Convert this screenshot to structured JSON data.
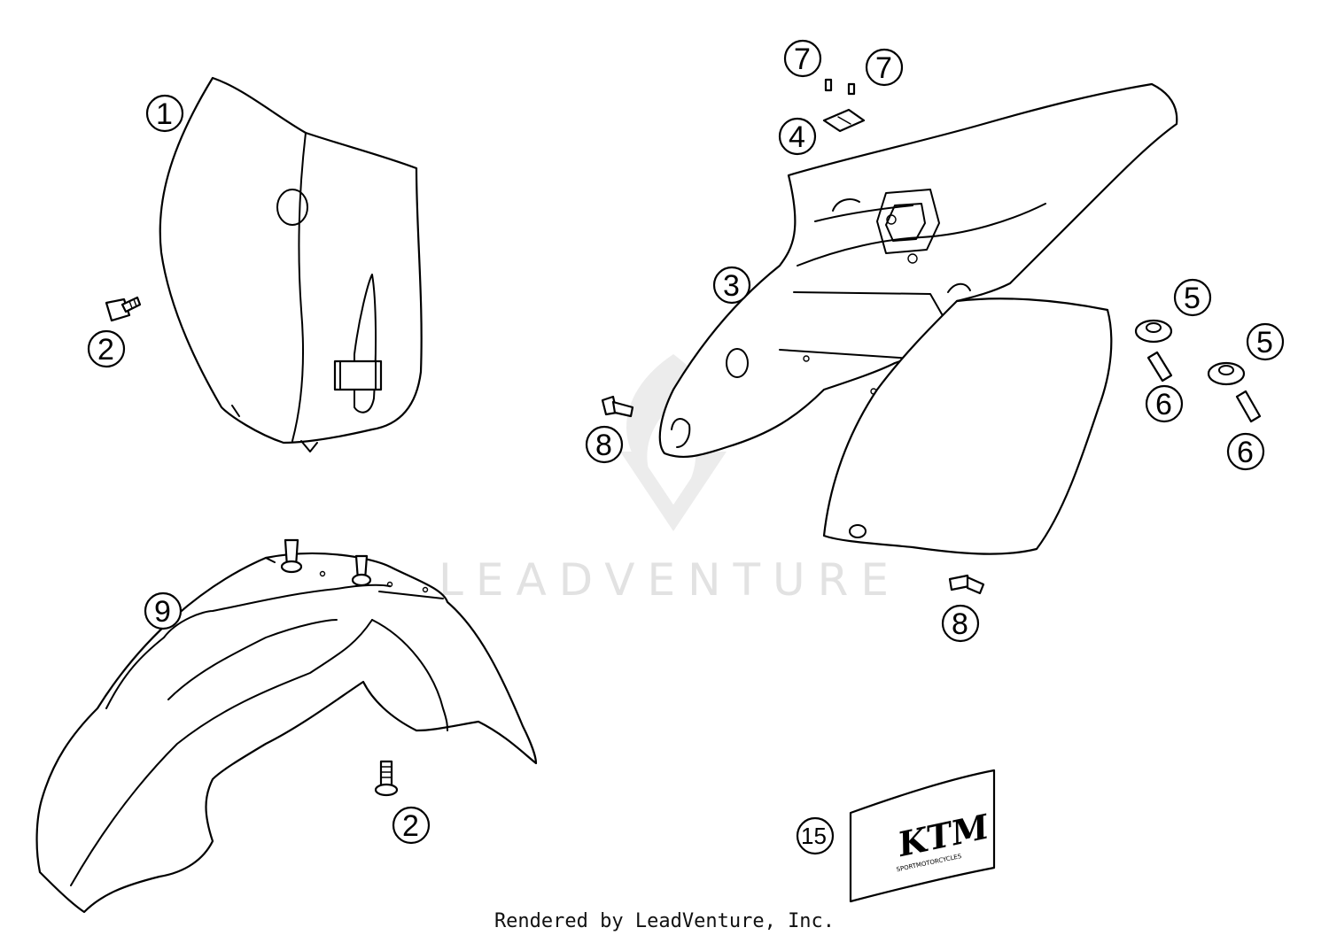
{
  "callouts": [
    {
      "id": "c1",
      "label": "1"
    },
    {
      "id": "c2a",
      "label": "2"
    },
    {
      "id": "c3",
      "label": "3"
    },
    {
      "id": "c4",
      "label": "4"
    },
    {
      "id": "c5a",
      "label": "5"
    },
    {
      "id": "c5b",
      "label": "5"
    },
    {
      "id": "c6a",
      "label": "6"
    },
    {
      "id": "c6b",
      "label": "6"
    },
    {
      "id": "c7a",
      "label": "7"
    },
    {
      "id": "c7b",
      "label": "7"
    },
    {
      "id": "c8a",
      "label": "8"
    },
    {
      "id": "c8b",
      "label": "8"
    },
    {
      "id": "c9",
      "label": "9"
    },
    {
      "id": "c2b",
      "label": "2"
    },
    {
      "id": "c15",
      "label": "15"
    }
  ],
  "watermark": {
    "text": "LEADVENTURE"
  },
  "decal": {
    "logo": "KTM",
    "sub": "SPORTMOTORCYCLES"
  },
  "footer": {
    "text": "Rendered by LeadVenture, Inc."
  }
}
